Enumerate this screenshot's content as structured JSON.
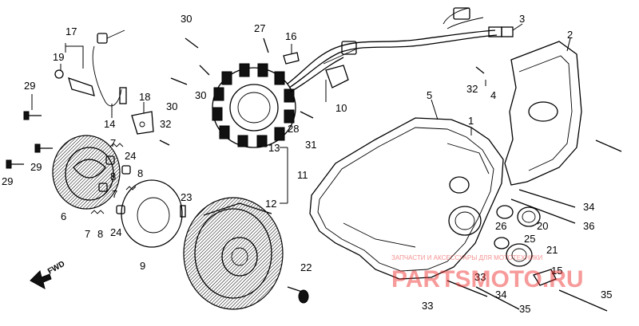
{
  "diagram": {
    "callouts": [
      "1",
      "2",
      "3",
      "4",
      "5",
      "6",
      "7",
      "8",
      "9",
      "10",
      "11",
      "12",
      "13",
      "14",
      "15",
      "16",
      "17",
      "18",
      "19",
      "20",
      "21",
      "22",
      "23",
      "24",
      "25",
      "26",
      "27",
      "28",
      "29",
      "30",
      "31",
      "32",
      "33",
      "34",
      "35",
      "36"
    ],
    "labels": {
      "l1": "1",
      "l2": "2",
      "l3": "3",
      "l4": "4",
      "l5": "5",
      "l6": "6",
      "l7a": "7",
      "l7b": "7",
      "l7c": "7",
      "l8a": "8",
      "l8b": "8",
      "l8c": "8",
      "l9": "9",
      "l10": "10",
      "l11": "11",
      "l12": "12",
      "l13": "13",
      "l14": "14",
      "l15": "15",
      "l16": "16",
      "l17": "17",
      "l18": "18",
      "l19": "19",
      "l20": "20",
      "l21": "21",
      "l22": "22",
      "l23": "23",
      "l24a": "24",
      "l24b": "24",
      "l25": "25",
      "l26": "26",
      "l27": "27",
      "l28": "28",
      "l29a": "29",
      "l29b": "29",
      "l29c": "29",
      "l30a": "30",
      "l30b": "30",
      "l30c": "30",
      "l31": "31",
      "l32a": "32",
      "l32b": "32",
      "l33a": "33",
      "l33b": "33",
      "l34a": "34",
      "l34b": "34",
      "l35a": "35",
      "l35b": "35",
      "l36": "36"
    },
    "fwd_label": "FWD",
    "watermark_small": "ЗАПЧАСТИ И АКСЕССУАРЫ ДЛЯ МОТОТЕХНИКИ",
    "watermark_big": "PARTSMOTO.RU"
  },
  "colors": {
    "line": "#000000",
    "background": "#ffffff",
    "watermark": "#e22222"
  }
}
